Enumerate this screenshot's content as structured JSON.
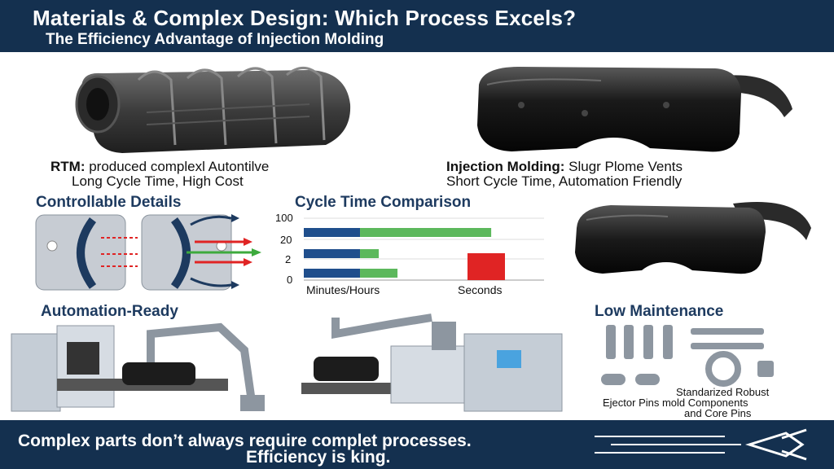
{
  "header": {
    "title": "Materials & Complex Design: Which Process Excels?",
    "subtitle": "The Efficiency Advantage of Injection Molding"
  },
  "rtm": {
    "label": "RTM:",
    "text": " produced complexl Autontilve",
    "line2": "Long Cycle Time, High Cost"
  },
  "injection": {
    "label": "Injection Molding:",
    "text": " Slugr Plome Vents",
    "line2": "Short Cycle Time, Automation Friendly"
  },
  "sections": {
    "controllable": "Controllable Details",
    "cycle": "Cycle Time Comparison",
    "automation": "Automation-Ready",
    "maintenance": "Low Maintenance"
  },
  "maintenance": {
    "line1": "Standarized Robust",
    "line2": "Ejector Pins mold Components",
    "line3": "and Core Pins"
  },
  "footer": {
    "line1": "Complex parts don’t always require complet processes.",
    "line2": "Efficiency is king."
  },
  "colors": {
    "navy": "#14304f",
    "bar_blue": "#1f4e8c",
    "bar_green": "#5cb85c",
    "bar_red": "#e02424"
  },
  "chart_data": {
    "type": "bar",
    "title": "Cycle Time Comparison",
    "yticks": [
      "100",
      "20",
      "2",
      "0"
    ],
    "xlabels": [
      "Minutes/Hours",
      "Seconds"
    ],
    "series": [
      {
        "values": [
          0.3,
          0.3,
          0.3
        ]
      },
      {
        "values": [
          0.7,
          0.1,
          0.2
        ]
      }
    ],
    "red_value": 0.55,
    "xlim": [
      0,
      1
    ]
  }
}
